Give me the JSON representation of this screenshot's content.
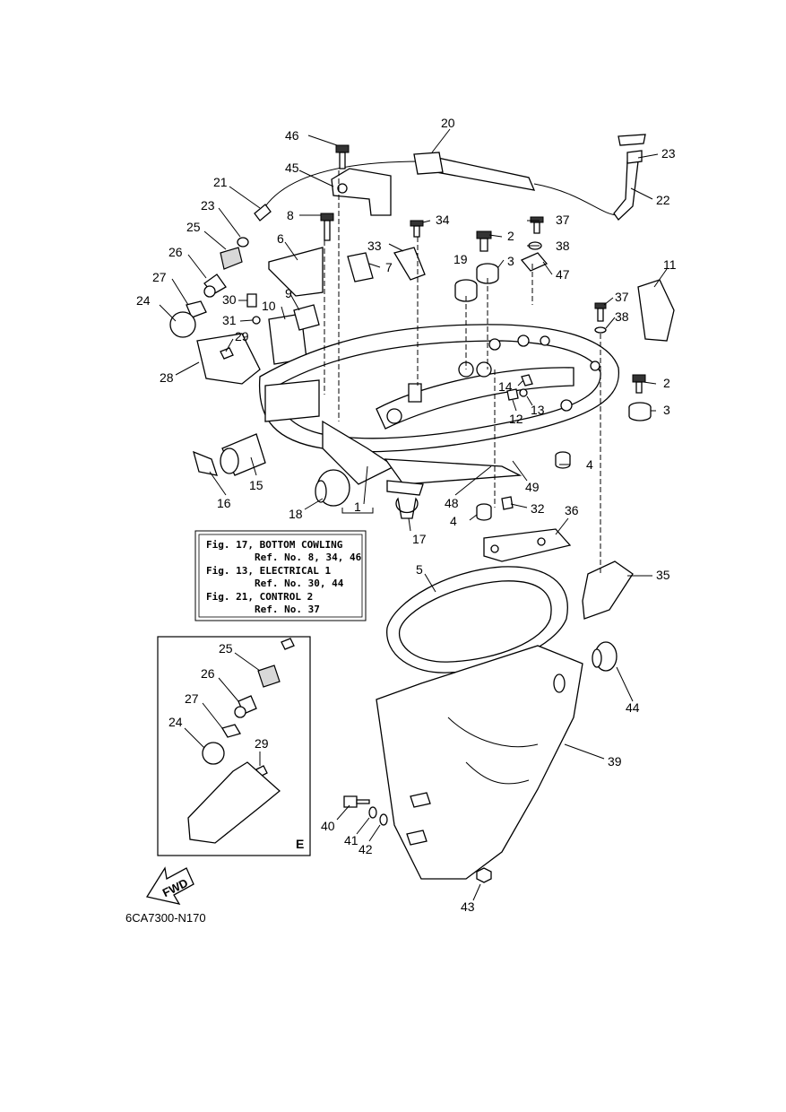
{
  "diagram": {
    "code": "6CA7300-N170",
    "inset_label": "E",
    "fwd_label": "FWD",
    "reference_box": {
      "lines": [
        "Fig. 17, BOTTOM COWLING",
        "Ref. No. 8, 34, 46",
        "Fig. 13, ELECTRICAL 1",
        "Ref. No. 30, 44",
        "Fig. 21, CONTROL 2",
        "Ref. No. 37"
      ]
    },
    "callouts": [
      "1",
      "2",
      "2",
      "3",
      "3",
      "3",
      "4",
      "4",
      "5",
      "6",
      "7",
      "8",
      "9",
      "10",
      "11",
      "12",
      "13",
      "14",
      "15",
      "16",
      "17",
      "18",
      "19",
      "20",
      "21",
      "22",
      "23",
      "23",
      "24",
      "24",
      "25",
      "25",
      "26",
      "26",
      "27",
      "27",
      "28",
      "29",
      "29",
      "30",
      "31",
      "32",
      "33",
      "34",
      "35",
      "36",
      "37",
      "37",
      "38",
      "38",
      "39",
      "40",
      "41",
      "42",
      "43",
      "44",
      "45",
      "46",
      "47",
      "48",
      "49"
    ]
  }
}
